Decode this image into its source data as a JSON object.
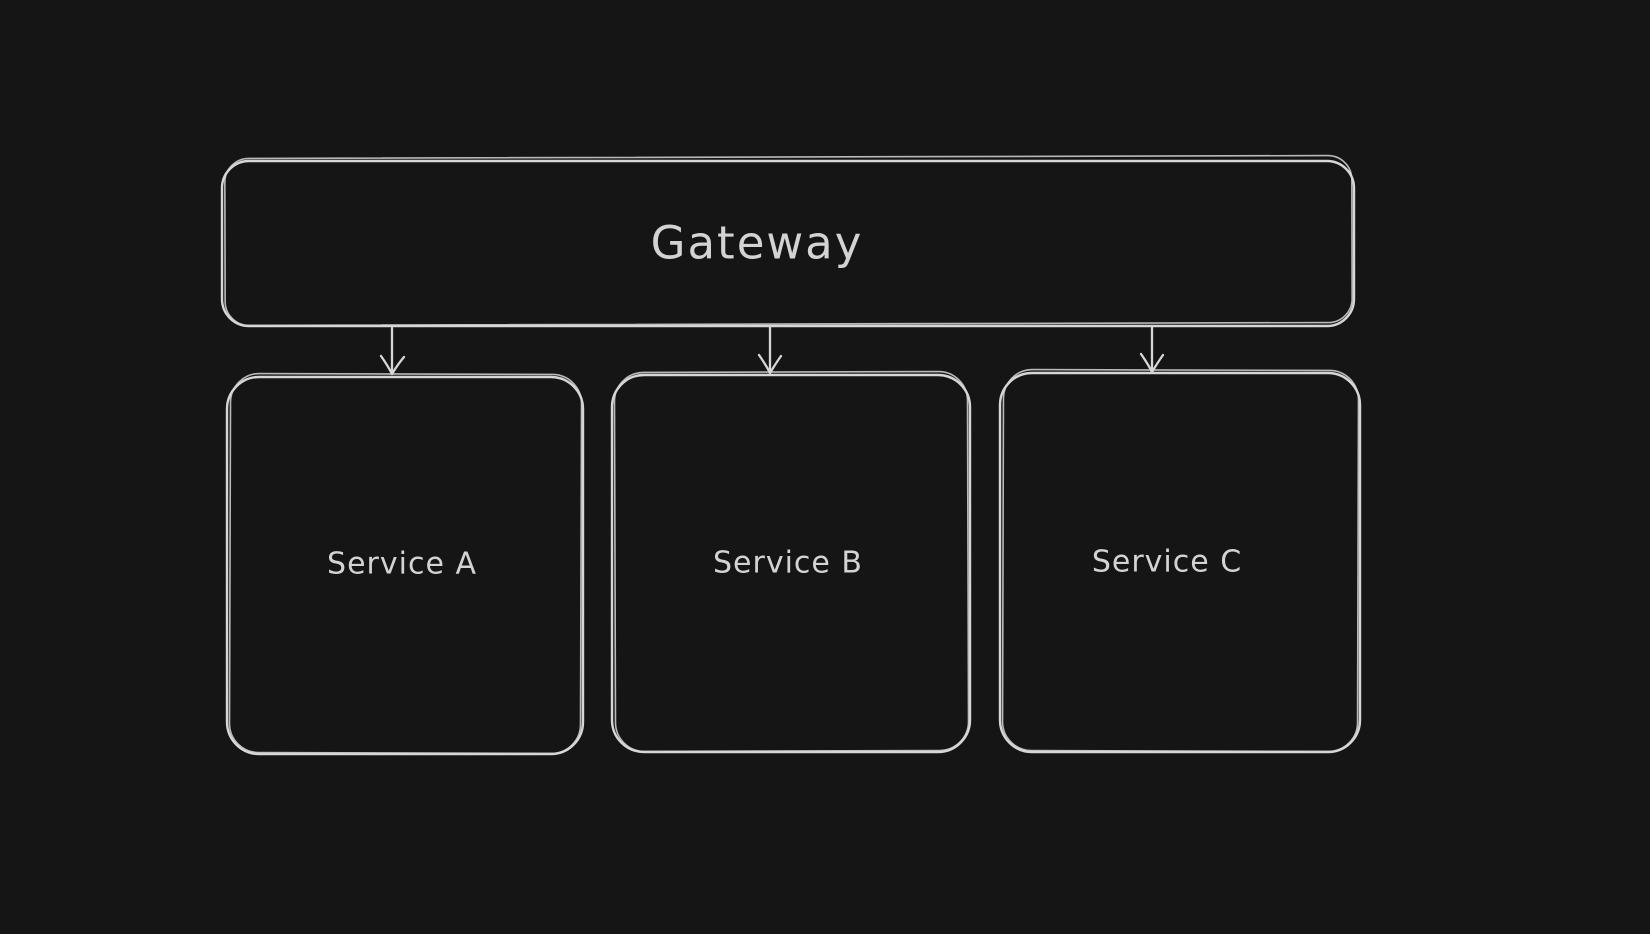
{
  "canvas": {
    "background_color": "#151515",
    "stroke_color": "#d6d6d6",
    "text_color": "#d3d3d3",
    "style": "hand-drawn-whiteboard"
  },
  "nodes": {
    "gateway": {
      "label": "Gateway"
    },
    "service_a": {
      "label": "Service A"
    },
    "service_b": {
      "label": "Service B"
    },
    "service_c": {
      "label": "Service C"
    }
  },
  "edges": [
    {
      "from": "Gateway",
      "to": "Service A",
      "direction": "down",
      "arrowhead": "chevron"
    },
    {
      "from": "Gateway",
      "to": "Service B",
      "direction": "down",
      "arrowhead": "chevron"
    },
    {
      "from": "Gateway",
      "to": "Service C",
      "direction": "down",
      "arrowhead": "chevron"
    }
  ]
}
